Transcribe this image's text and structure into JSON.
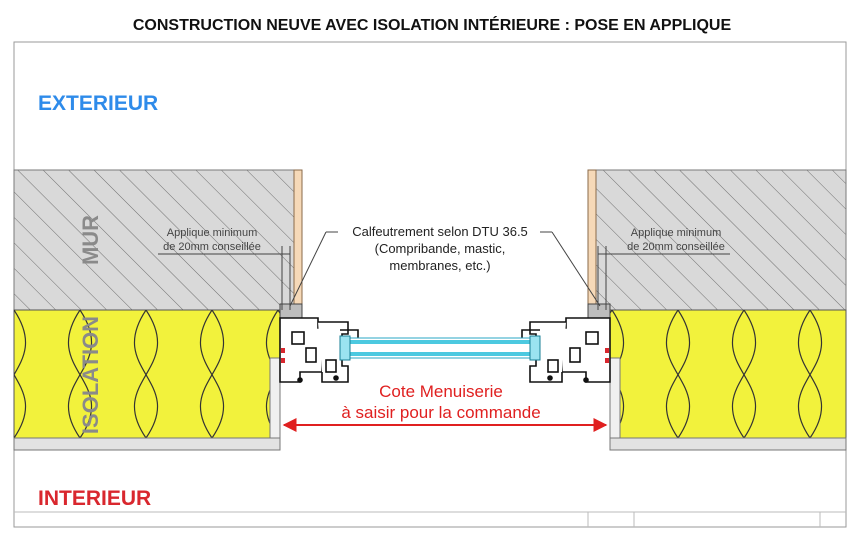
{
  "title": "CONSTRUCTION NEUVE AVEC ISOLATION INTÉRIEURE : POSE EN APPLIQUE",
  "zones": {
    "exterior": "EXTERIEUR",
    "interior": "INTERIEUR"
  },
  "layers": {
    "wall": "MUR",
    "insulation": "ISOLATION"
  },
  "annotations": {
    "applique_left": [
      "Applique minimum",
      "de 20mm conseillée"
    ],
    "applique_right": [
      "Applique minimum",
      "de 20mm conseillée"
    ],
    "sealing": [
      "Calfeutrement selon DTU 36.5",
      "(Compribande, mastic,",
      "membranes, etc.)"
    ],
    "dimension": [
      "Cote Menuiserie",
      "à saisir pour la commande"
    ]
  },
  "colors": {
    "exterior_text": "#2E8BEA",
    "interior_text": "#D9272E",
    "dimension": "#E02020",
    "insulation_fill": "#F2F23C",
    "wall_fill": "#DADADA",
    "wood_strip": "#F6D9B8",
    "glazing": "#4CC9E0"
  }
}
